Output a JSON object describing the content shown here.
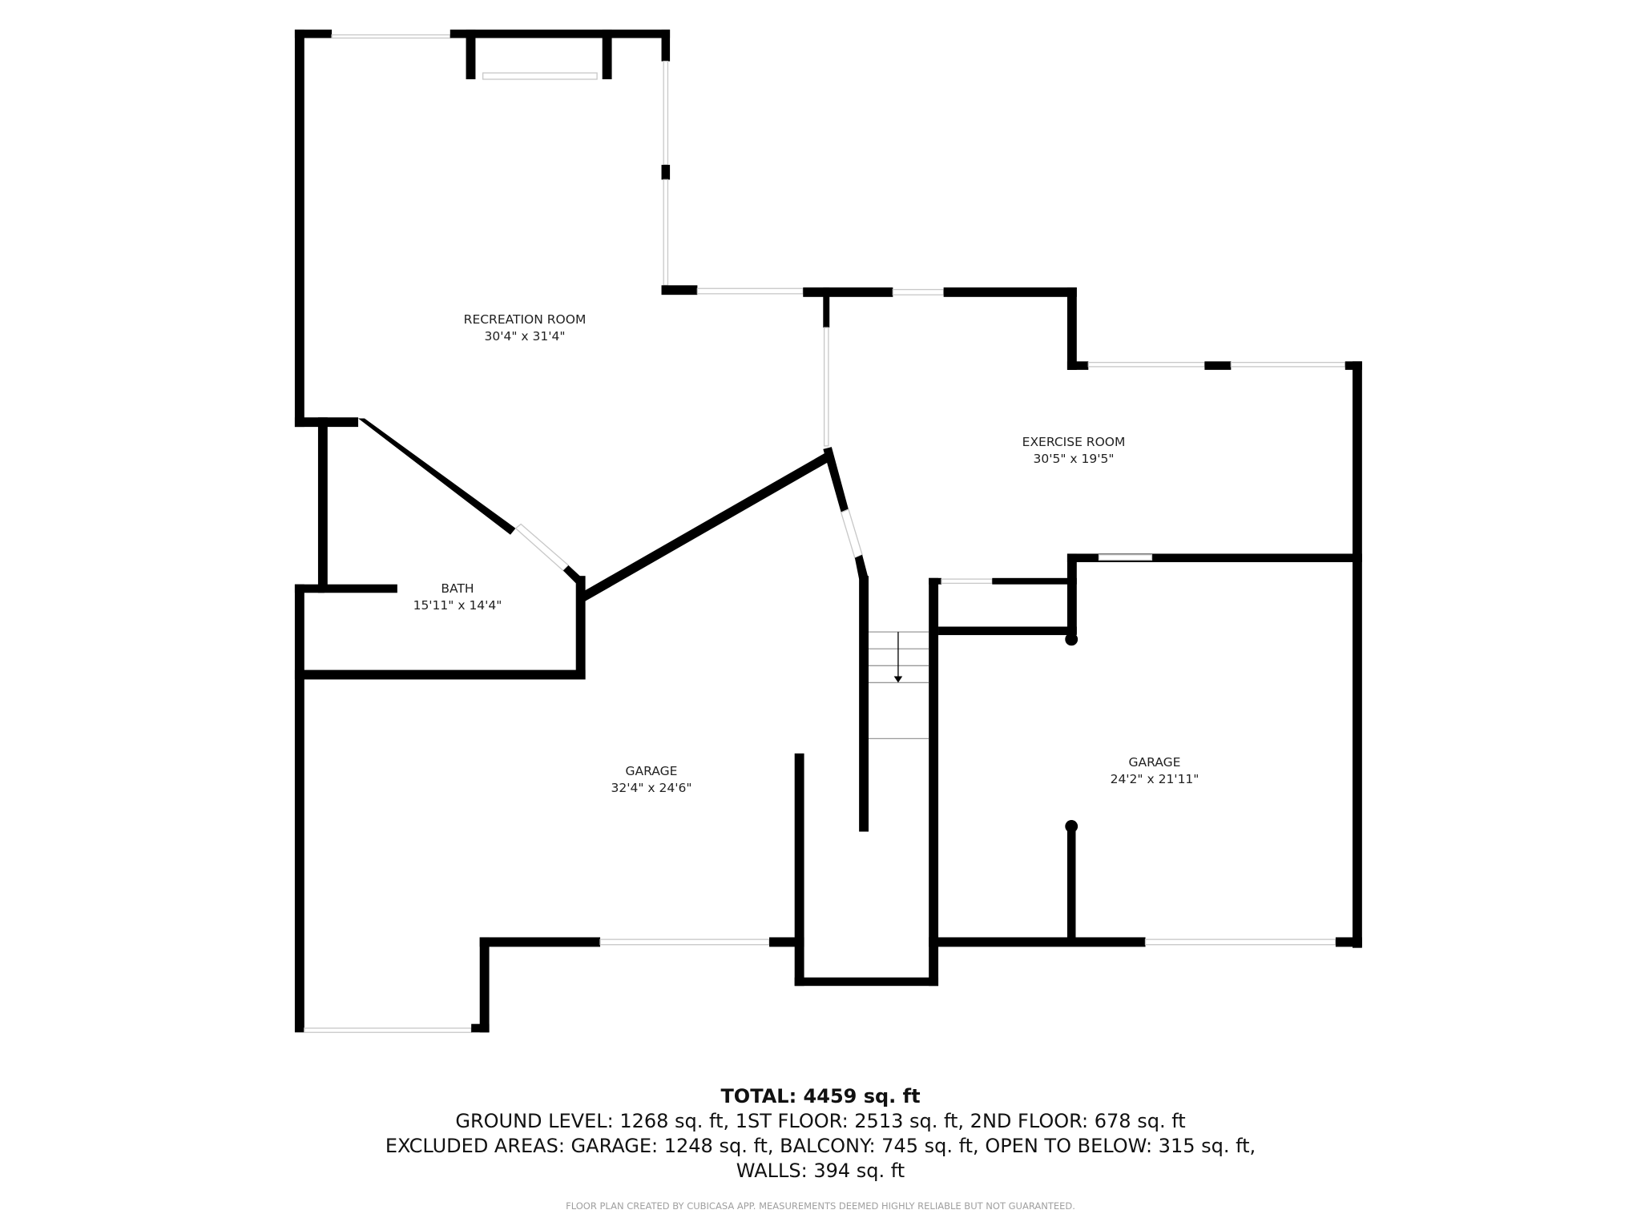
{
  "rooms": [
    {
      "name": "RECREATION ROOM",
      "dims": "30'4\" x 31'4\""
    },
    {
      "name": "EXERCISE ROOM",
      "dims": "30'5\" x 19'5\""
    },
    {
      "name": "BATH",
      "dims": "15'11\" x 14'4\""
    },
    {
      "name": "GARAGE",
      "dims": "32'4\" x 24'6\""
    },
    {
      "name": "GARAGE",
      "dims": "24'2\" x 21'11\""
    }
  ],
  "summary": {
    "total": "TOTAL: 4459 sq. ft",
    "levels": "GROUND LEVEL: 1268 sq. ft, 1ST FLOOR: 2513 sq. ft, 2ND FLOOR: 678 sq. ft",
    "excluded": "EXCLUDED AREAS: GARAGE: 1248 sq. ft, BALCONY: 745 sq. ft, OPEN TO BELOW: 315 sq. ft,",
    "walls": "WALLS: 394 sq. ft"
  },
  "disclaimer": "FLOOR PLAN CREATED BY CUBICASA APP. MEASUREMENTS DEEMED HIGHLY RELIABLE BUT NOT GUARANTEED.",
  "colors": {
    "wall": "#000000",
    "window": "#ffffff",
    "text": "#222222",
    "disclaimer": "#a0a0a0"
  }
}
